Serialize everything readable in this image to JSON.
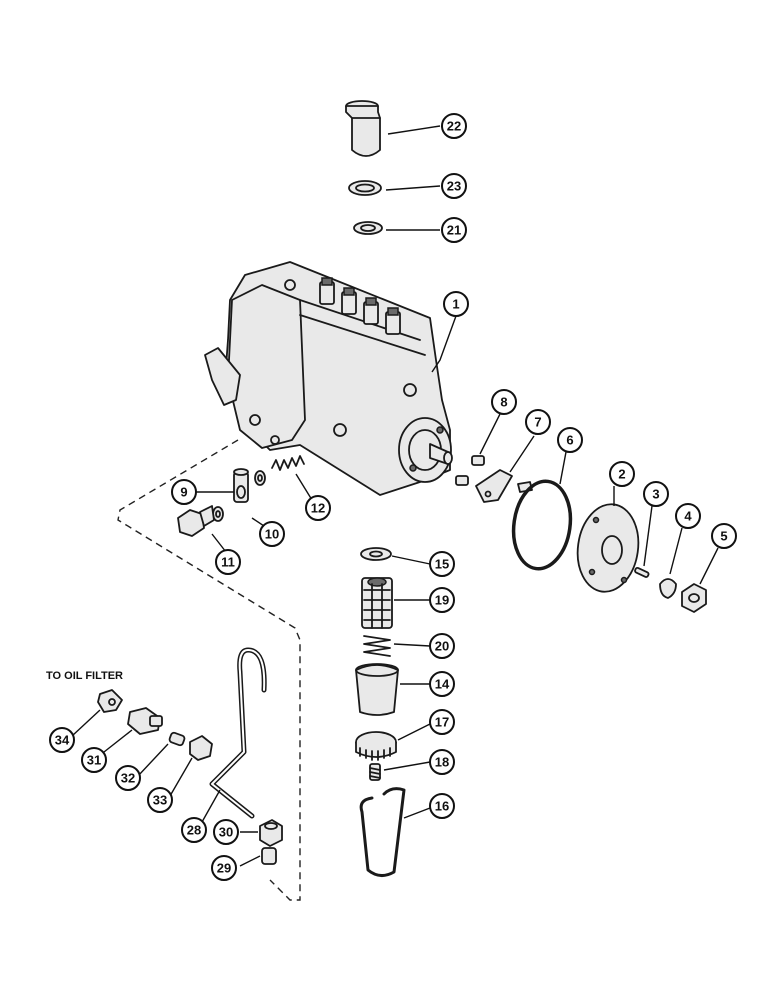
{
  "note": {
    "to_oil_filter": "TO OIL FILTER"
  },
  "callouts": [
    {
      "id": "c1",
      "number": "1"
    },
    {
      "id": "c2",
      "number": "2"
    },
    {
      "id": "c3",
      "number": "3"
    },
    {
      "id": "c4",
      "number": "4"
    },
    {
      "id": "c5",
      "number": "5"
    },
    {
      "id": "c6",
      "number": "6"
    },
    {
      "id": "c7",
      "number": "7"
    },
    {
      "id": "c8",
      "number": "8"
    },
    {
      "id": "c9",
      "number": "9"
    },
    {
      "id": "c10",
      "number": "10"
    },
    {
      "id": "c11",
      "number": "11"
    },
    {
      "id": "c12",
      "number": "12"
    },
    {
      "id": "c14",
      "number": "14"
    },
    {
      "id": "c15",
      "number": "15"
    },
    {
      "id": "c16",
      "number": "16"
    },
    {
      "id": "c17",
      "number": "17"
    },
    {
      "id": "c18",
      "number": "18"
    },
    {
      "id": "c19",
      "number": "19"
    },
    {
      "id": "c20",
      "number": "20"
    },
    {
      "id": "c21",
      "number": "21"
    },
    {
      "id": "c22",
      "number": "22"
    },
    {
      "id": "c23",
      "number": "23"
    },
    {
      "id": "c28",
      "number": "28"
    },
    {
      "id": "c29",
      "number": "29"
    },
    {
      "id": "c30",
      "number": "30"
    },
    {
      "id": "c31",
      "number": "31"
    },
    {
      "id": "c32",
      "number": "32"
    },
    {
      "id": "c33",
      "number": "33"
    },
    {
      "id": "c34",
      "number": "34"
    }
  ]
}
